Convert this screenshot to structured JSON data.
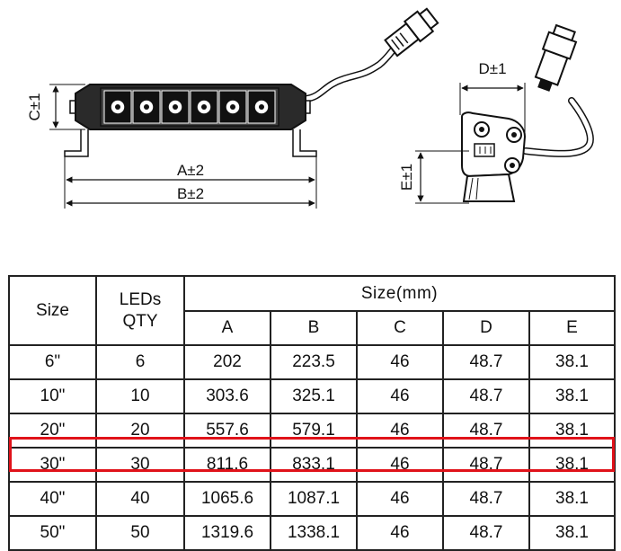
{
  "drawing": {
    "front_view": {
      "dim_height": "C±1",
      "dim_a": "A±2",
      "dim_b": "B±2"
    },
    "side_view": {
      "dim_depth": "D±1",
      "dim_height": "E±1"
    },
    "colors": {
      "outline": "#111111",
      "highlight": "#e0121a"
    },
    "icons": [
      "light-bar",
      "connector-plug",
      "mounting-bracket"
    ]
  },
  "table": {
    "headers": {
      "size": "Size",
      "leds_qty": "LEDs\nQTY",
      "size_group": "Size(mm)",
      "dims": [
        "A",
        "B",
        "C",
        "D",
        "E"
      ]
    },
    "rows": [
      {
        "size": "6\"",
        "leds": "6",
        "a": "202",
        "b": "223.5",
        "c": "46",
        "d": "48.7",
        "e": "38.1"
      },
      {
        "size": "10\"",
        "leds": "10",
        "a": "303.6",
        "b": "325.1",
        "c": "46",
        "d": "48.7",
        "e": "38.1"
      },
      {
        "size": "20\"",
        "leds": "20",
        "a": "557.6",
        "b": "579.1",
        "c": "46",
        "d": "48.7",
        "e": "38.1"
      },
      {
        "size": "30\"",
        "leds": "30",
        "a": "811.6",
        "b": "833.1",
        "c": "46",
        "d": "48.7",
        "e": "38.1"
      },
      {
        "size": "40\"",
        "leds": "40",
        "a": "1065.6",
        "b": "1087.1",
        "c": "46",
        "d": "48.7",
        "e": "38.1"
      },
      {
        "size": "50\"",
        "leds": "50",
        "a": "1319.6",
        "b": "1338.1",
        "c": "46",
        "d": "48.7",
        "e": "38.1"
      }
    ],
    "highlighted_row": "30\""
  }
}
